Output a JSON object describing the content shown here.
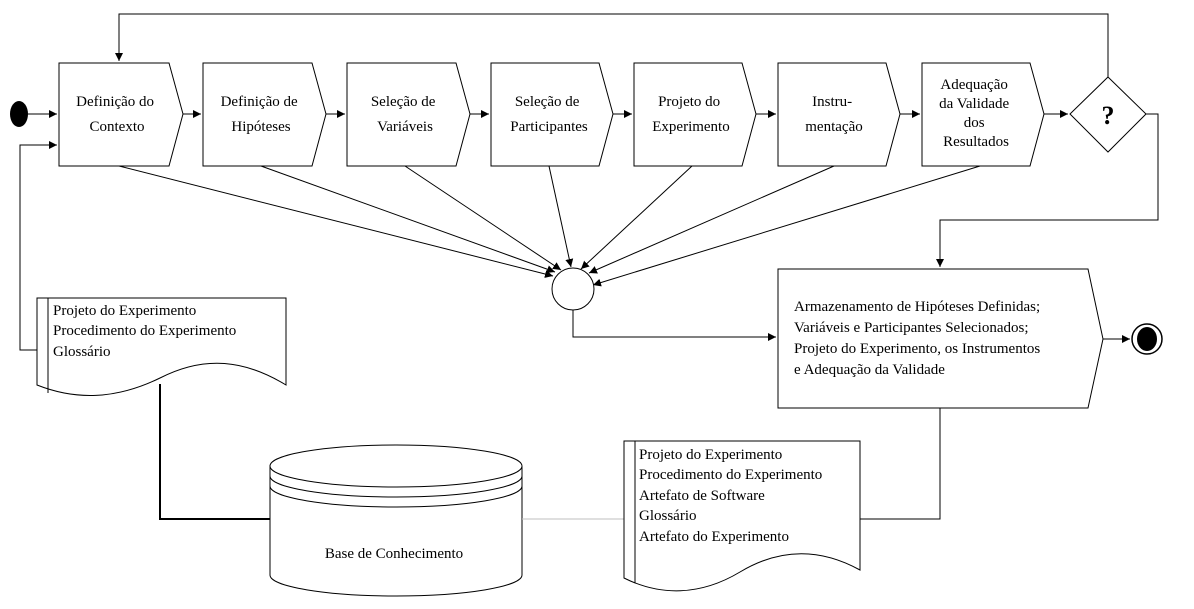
{
  "steps": [
    {
      "lines": [
        "Definição do",
        "Contexto"
      ]
    },
    {
      "lines": [
        "Definição de",
        "Hipóteses"
      ]
    },
    {
      "lines": [
        "Seleção de",
        "Variáveis"
      ]
    },
    {
      "lines": [
        "Seleção de",
        "Participantes"
      ]
    },
    {
      "lines": [
        "Projeto do",
        "Experimento"
      ]
    },
    {
      "lines": [
        "Instru-",
        "mentação"
      ]
    },
    {
      "lines": [
        "Adequação",
        "da Validade",
        "dos",
        "Resultados"
      ]
    }
  ],
  "decision": {
    "label": "?"
  },
  "storage": {
    "lines": [
      "Armazenamento de Hipóteses Definidas;",
      "Variáveis e Participantes Selecionados;",
      "Projeto do Experimento, os Instrumentos",
      "e Adequação da Validade"
    ]
  },
  "input_document": {
    "lines": [
      "Projeto do Experimento",
      "Procedimento do Experimento",
      "Glossário"
    ]
  },
  "output_document": {
    "lines": [
      "Projeto do Experimento",
      "Procedimento do Experimento",
      "Artefato de Software",
      "Glossário",
      "Artefato do Experimento"
    ]
  },
  "knowledge_base": {
    "label": "Base de Conhecimento"
  }
}
